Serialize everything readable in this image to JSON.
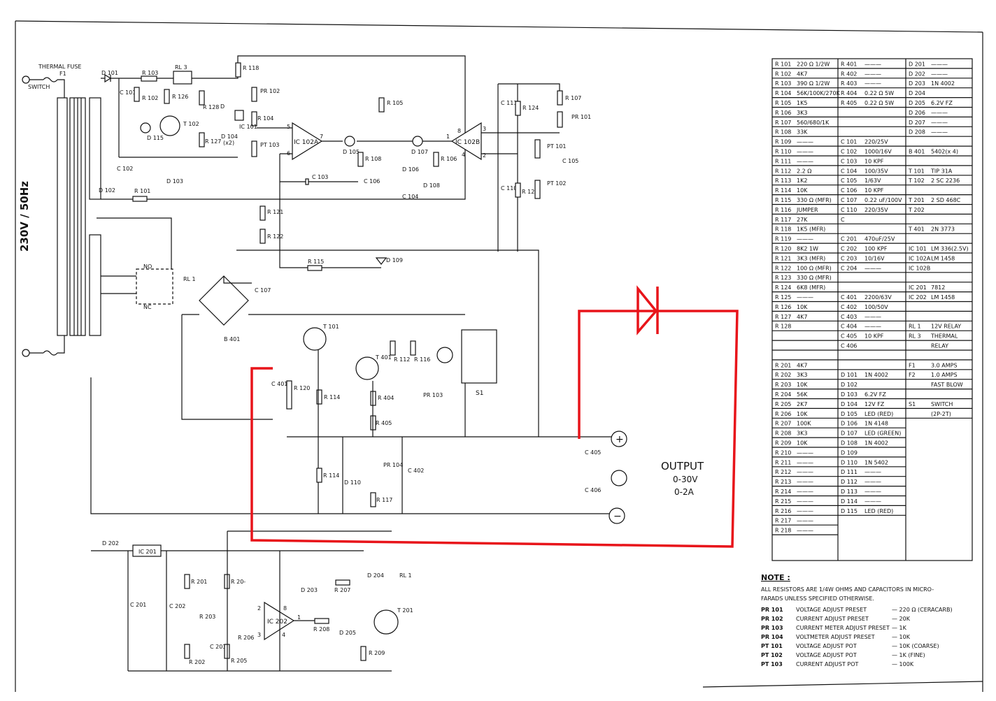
{
  "colors": {
    "ink": "#111111",
    "paper": "#ffffff",
    "markup": "#e8141a"
  },
  "mains": {
    "switch": "SWITCH",
    "fuse": "THERMAL FUSE",
    "f1": "F1",
    "supply": "230V / 50Hz"
  },
  "parts": {
    "d101": "D 101",
    "r103": "R 103",
    "rl3": "RL 3",
    "r118": "R 118",
    "c101": "C 101",
    "r102": "R 102",
    "r126": "R 126",
    "r128": "R 128",
    "d": "D",
    "d104": "D 104",
    "x2": "(x2)",
    "r127": "R 127",
    "t102": "T 102",
    "d115": "D 115",
    "c102": "C 102",
    "d103": "D 103",
    "d102": "D 102",
    "r101": "R 101",
    "pr102": "PR 102",
    "r104": "R 104",
    "ic101": "IC 101",
    "pt103": "PT 103",
    "ic102a": "IC 102A",
    "r105": "R 105",
    "d105": "D 105",
    "r108": "R 108",
    "c106": "C 106",
    "c103": "C 103",
    "d107": "D 107",
    "d106": "D 106",
    "d108": "D 108",
    "c104": "C 104",
    "r106": "R 106",
    "ic102b": "IC 102B",
    "c111": "C 111",
    "r124": "R 124",
    "c110": "C 110",
    "r123": "R 123",
    "pt101": "PT 101",
    "pt102": "PT 102",
    "r107": "R 107",
    "pr101": "PR 101",
    "c105": "C 105",
    "r121": "R 121",
    "r122": "R 122",
    "r115": "R 115",
    "d109": "D 109",
    "no": "NO",
    "nc": "NC",
    "rl1": "RL 1",
    "c107": "C 107",
    "b401": "B 401",
    "t101": "T 101",
    "t401": "T 401",
    "r112": "R 112",
    "r116": "R 116",
    "s1": "S1",
    "c401": "C 401",
    "r120": "R 120",
    "r114": "R 114",
    "r404": "R 404",
    "pr103": "PR 103",
    "r405": "R 405",
    "r114b": "R 114",
    "d110": "D 110",
    "pr104": "PR 104",
    "c402": "C 402",
    "r117": "R 117",
    "c405": "C 405",
    "c406": "C 406",
    "d202": "D 202",
    "ic201": "IC 201",
    "c201": "C 201",
    "c202": "C 202",
    "r201": "R 201",
    "r202": "R 202",
    "r203": "R 203",
    "c203": "C 203",
    "r204": "R 20-",
    "r205": "R 205",
    "r206": "R 206",
    "ic202": "IC 202",
    "d203": "D 203",
    "r207": "R 207",
    "d204": "D 204",
    "rl1b": "RL 1",
    "r208": "R 208",
    "d205": "D 205",
    "t201": "T 201",
    "r209": "R 209"
  },
  "pins": {
    "p5": "5",
    "p6": "6",
    "p7": "7",
    "p8": "8",
    "p1": "1",
    "p3": "3",
    "p2": "2",
    "p4": "4",
    "pa2": "2",
    "pa3": "3",
    "pa8": "8",
    "pa1": "1",
    "pa4": "4"
  },
  "output": {
    "title": "OUTPUT",
    "voltage": "0-30V",
    "current": "0-2A",
    "plus": "+",
    "minus": "−"
  },
  "table": {
    "col1": [
      [
        "R 101",
        "220 Ω 1/2W"
      ],
      [
        "R 102",
        "4K7"
      ],
      [
        "R 103",
        "390 Ω 1/2W"
      ],
      [
        "R 104",
        "56K/100K/270K"
      ],
      [
        "R 105",
        "1K5"
      ],
      [
        "R 106",
        "3K3"
      ],
      [
        "R 107",
        "560/680/1K"
      ],
      [
        "R 108",
        "33K"
      ],
      [
        "R 109",
        "———"
      ],
      [
        "R 110",
        "———"
      ],
      [
        "R 111",
        "———"
      ],
      [
        "R 112",
        "2.2 Ω"
      ],
      [
        "R 113",
        "1K2"
      ],
      [
        "R 114",
        "10K"
      ],
      [
        "R 115",
        "330 Ω (MFR)"
      ],
      [
        "R 116",
        "JUMPER"
      ],
      [
        "R 117",
        "27K"
      ],
      [
        "R 118",
        "1K5 (MFR)"
      ],
      [
        "R 119",
        "———"
      ],
      [
        "R 120",
        "8K2 1W"
      ],
      [
        "R 121",
        "3K3 (MFR)"
      ],
      [
        "R 122",
        "100 Ω (MFR)"
      ],
      [
        "R 123",
        "330 Ω (MFR)"
      ],
      [
        "R 124",
        "6K8 (MFR)"
      ],
      [
        "R 125",
        "———"
      ],
      [
        "R 126",
        "10K"
      ],
      [
        "R 127",
        "4K7"
      ],
      [
        "R 128",
        ""
      ],
      [
        "",
        ""
      ],
      [
        "",
        ""
      ],
      [
        "",
        ""
      ],
      [
        "R 201",
        "4K7"
      ],
      [
        "R 202",
        "3K3"
      ],
      [
        "R 203",
        "10K"
      ],
      [
        "R 204",
        "56K"
      ],
      [
        "R 205",
        "2K7"
      ],
      [
        "R 206",
        "10K"
      ],
      [
        "R 207",
        "100K"
      ],
      [
        "R 208",
        "3K3"
      ],
      [
        "R 209",
        "10K"
      ],
      [
        "R 210",
        "———"
      ],
      [
        "R 211",
        "———"
      ],
      [
        "R 212",
        "———"
      ],
      [
        "R 213",
        "———"
      ],
      [
        "R 214",
        "———"
      ],
      [
        "R 215",
        "———"
      ],
      [
        "R 216",
        "———"
      ],
      [
        "R 217",
        "———"
      ],
      [
        "R 218",
        "———"
      ]
    ],
    "col2": [
      [
        "R 401",
        "———"
      ],
      [
        "R 402",
        "———"
      ],
      [
        "R 403",
        "———"
      ],
      [
        "R 404",
        "0.22 Ω 5W"
      ],
      [
        "R 405",
        "0.22 Ω 5W"
      ],
      [
        "",
        ""
      ],
      [
        "",
        ""
      ],
      [
        "",
        ""
      ],
      [
        "C 101",
        "220/25V"
      ],
      [
        "C 102",
        "1000/16V"
      ],
      [
        "C 103",
        "10 KPF"
      ],
      [
        "C 104",
        "100/35V"
      ],
      [
        "C 105",
        "1/63V"
      ],
      [
        "C 106",
        "10 KPF"
      ],
      [
        "C 107",
        "0.22 uF/100V"
      ],
      [
        "C 110",
        "220/35V"
      ],
      [
        "C",
        ""
      ],
      [
        "",
        ""
      ],
      [
        "C 201",
        "470uF/25V"
      ],
      [
        "C 202",
        "100 KPF"
      ],
      [
        "C 203",
        "10/16V"
      ],
      [
        "C 204",
        "———"
      ],
      [
        "",
        ""
      ],
      [
        "",
        ""
      ],
      [
        "C 401",
        "2200/63V"
      ],
      [
        "C 402",
        "100/50V"
      ],
      [
        "C 403",
        "———"
      ],
      [
        "C 404",
        "———"
      ],
      [
        "C 405",
        "10 KPF"
      ],
      [
        "C 406",
        ""
      ],
      [
        "",
        ""
      ],
      [
        "",
        ""
      ],
      [
        "D 101",
        "1N 4002"
      ],
      [
        "D 102",
        ""
      ],
      [
        "D 103",
        "6.2V FZ"
      ],
      [
        "D 104",
        "12V FZ"
      ],
      [
        "D 105",
        "LED (RED)"
      ],
      [
        "D 106",
        "1N 4148"
      ],
      [
        "D 107",
        "LED (GREEN)"
      ],
      [
        "D 108",
        "1N 4002"
      ],
      [
        "D 109",
        ""
      ],
      [
        "D 110",
        "1N 5402"
      ],
      [
        "D 111",
        "———"
      ],
      [
        "D 112",
        "———"
      ],
      [
        "D 113",
        "———"
      ],
      [
        "D 114",
        "———"
      ],
      [
        "D 115",
        "LED (RED)"
      ]
    ],
    "col3": [
      [
        "D 201",
        "———"
      ],
      [
        "D 202",
        "———"
      ],
      [
        "D 203",
        "1N 4002"
      ],
      [
        "D 204",
        ""
      ],
      [
        "D 205",
        "6.2V FZ"
      ],
      [
        "D 206",
        "———"
      ],
      [
        "D 207",
        "———"
      ],
      [
        "D 208",
        "———"
      ],
      [
        "",
        ""
      ],
      [
        "B 401",
        "5402(x 4)"
      ],
      [
        "",
        ""
      ],
      [
        "T 101",
        "TIP 31A"
      ],
      [
        "T 102",
        "2 SC 2236"
      ],
      [
        "",
        ""
      ],
      [
        "T 201",
        "2 SD 468C"
      ],
      [
        "T 202",
        ""
      ],
      [
        "",
        ""
      ],
      [
        "T 401",
        "2N 3773"
      ],
      [
        "",
        ""
      ],
      [
        "IC 101",
        "LM 336(2.5V)"
      ],
      [
        "IC 102A",
        "LM 1458"
      ],
      [
        "IC 102B",
        ""
      ],
      [
        "",
        ""
      ],
      [
        "IC 201",
        "7812"
      ],
      [
        "IC 202",
        "LM 1458"
      ],
      [
        "",
        ""
      ],
      [
        "",
        ""
      ],
      [
        "RL 1",
        "12V RELAY"
      ],
      [
        "RL 3",
        "THERMAL"
      ],
      [
        "",
        "RELAY"
      ],
      [
        "",
        ""
      ],
      [
        "F1",
        "3.0 AMPS"
      ],
      [
        "F2",
        "1.0 AMPS"
      ],
      [
        "",
        "FAST BLOW"
      ],
      [
        "",
        ""
      ],
      [
        "S1",
        "SWITCH"
      ],
      [
        "",
        "(2P-2T)"
      ]
    ]
  },
  "note": {
    "title": "NOTE :",
    "line1": "ALL RESISTORS ARE 1/4W OHMS AND CAPACITORS IN MICRO-",
    "line2": "FARADS UNLESS SPECIFIED OTHERWISE.",
    "items": [
      [
        "PR 101",
        "VOLTAGE ADJUST PRESET",
        "— 220 Ω (CERACARB)"
      ],
      [
        "PR 102",
        "CURRENT ADJUST PRESET",
        "— 20K"
      ],
      [
        "PR 103",
        "CURRENT METER ADJUST PRESET",
        "— 1K"
      ],
      [
        "PR 104",
        "VOLTMETER ADJUST PRESET",
        "— 10K"
      ],
      [
        "PT 101",
        "VOLTAGE ADJUST POT",
        "— 10K (COARSE)"
      ],
      [
        "PT 102",
        "VOLTAGE ADJUST POT",
        "— 1K (FINE)"
      ],
      [
        "PT 103",
        "CURRENT ADJUST POT",
        "— 100K"
      ]
    ]
  }
}
